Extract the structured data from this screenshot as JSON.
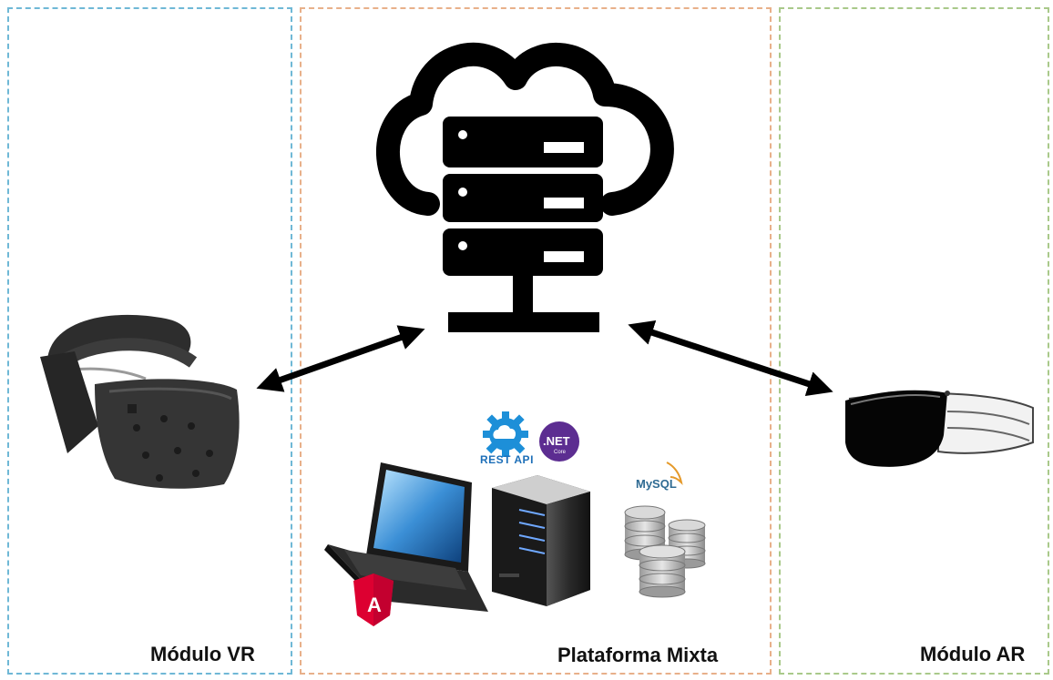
{
  "panels": {
    "vr": {
      "label": "Módulo VR",
      "border_color": "#6fb8d6"
    },
    "platform": {
      "label": "Plataforma Mixta",
      "border_color": "#e8b08a"
    },
    "ar": {
      "label": "Módulo AR",
      "border_color": "#a9c98a"
    }
  },
  "logos": {
    "rest_api": "REST API",
    "dotnet": ".NET",
    "dotnet_sub": "Core",
    "mysql": "MySQL",
    "angular": "A"
  },
  "icons": [
    "cloud-server-icon",
    "vr-headset-icon",
    "ar-headset-icon",
    "laptop-icon",
    "server-tower-icon",
    "database-icon",
    "rest-api-gear-icon",
    "dotnet-logo-icon",
    "angular-logo-icon",
    "mysql-logo-icon",
    "bidirectional-arrow-icon"
  ],
  "colors": {
    "arrow": "#000000",
    "rest_api": "#1d6fb8",
    "dotnet": "#5c2d91",
    "angular": "#dd0031",
    "mysql": "#2f6b93"
  }
}
